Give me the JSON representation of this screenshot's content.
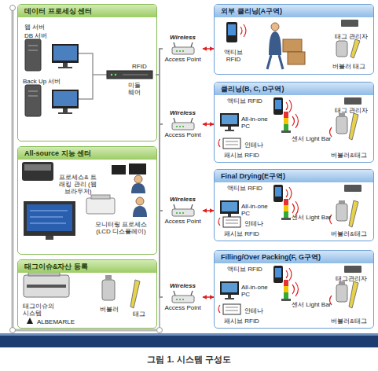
{
  "diagram": {
    "caption": "그림 1. 시스템 구성도",
    "nodes": [
      {
        "text": [
          "데이터 프로세싱 센터",
          "웹 서버",
          "DB 서버",
          "Back Up 서버"
        ]
      },
      {
        "text": [
          "RFID",
          "미들 웨어"
        ],
        "in": 0
      },
      {
        "text": [
          "All-source 지능 센터",
          "프로세스& 트래킹 관리 (웹 브라우저)",
          "모니터링 프로세스 (LCD 디스플레이)"
        ]
      },
      {
        "text": [
          "태그이슈&자산 등록",
          "태그이슈의 시스템",
          "버블러",
          "태그",
          "ALBEMARLE"
        ]
      },
      {
        "text": [
          "Wireless",
          "Access Point"
        ]
      },
      {
        "text": [
          "Wireless",
          "Access Point"
        ]
      },
      {
        "text": [
          "Wireless",
          "Access Point"
        ]
      },
      {
        "text": [
          "Wireless",
          "Access Point"
        ]
      },
      {
        "text": [
          "외부 클리닝(A구역)",
          "액티브 RFID",
          "태그 관리자",
          "버블러 태그"
        ]
      },
      {
        "text": [
          "클리닝(B, C, D구역)",
          "액티브 RFID",
          "태그 관리자",
          "All-in-one PC",
          "센서 Light Bar",
          "인테나",
          "패시브 RFID",
          "버블러&태그"
        ]
      },
      {
        "text": [
          "Final Drying(E구역)",
          "액티브 RFID",
          "All-in-one PC",
          "센서 Light Bar",
          "인테나",
          "패시브 RFID",
          "버블러&태그"
        ]
      },
      {
        "text": [
          "Filling/Over Packing(F, G구역)",
          "액티브 RFID",
          "태그관리자",
          "All-in-one PC",
          "센서 Light Bar",
          "안테나",
          "패시브 RFID",
          "버블러&태그"
        ]
      }
    ],
    "edges": [
      {
        "from": 1,
        "to": 4,
        "arrow": "none"
      },
      {
        "from": 1,
        "to": 5,
        "arrow": "none"
      },
      {
        "from": 1,
        "to": 6,
        "arrow": "none"
      },
      {
        "from": 1,
        "to": 7,
        "arrow": "none"
      },
      {
        "from": 4,
        "to": 8,
        "arrow": "both"
      },
      {
        "from": 5,
        "to": 9,
        "arrow": "both"
      },
      {
        "from": 6,
        "to": 10,
        "arrow": "both"
      },
      {
        "from": 7,
        "to": 11,
        "arrow": "both"
      }
    ]
  }
}
